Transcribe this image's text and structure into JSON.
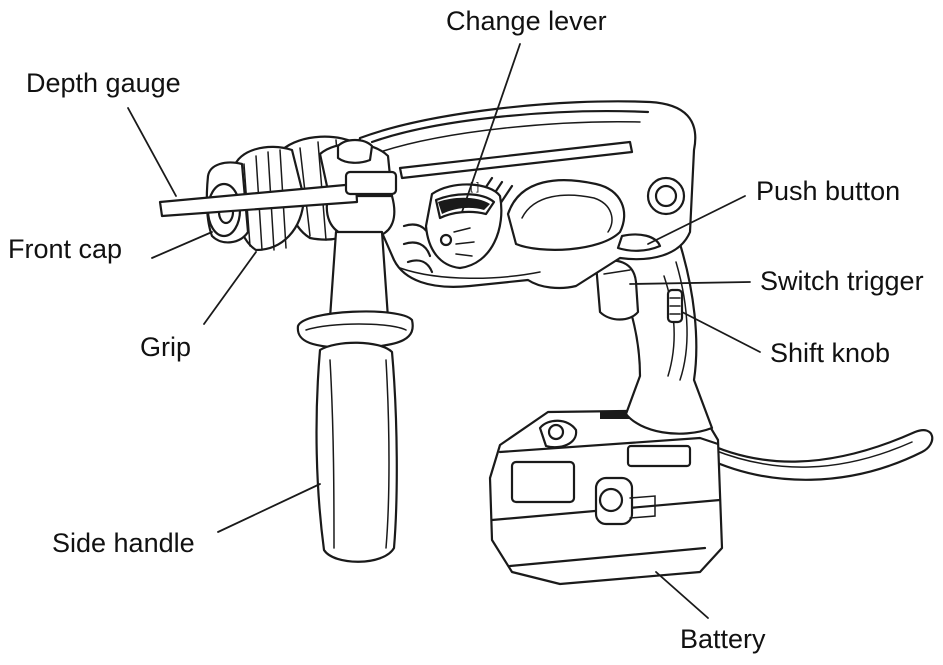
{
  "labels": {
    "change_lever": "Change lever",
    "depth_gauge": "Depth gauge",
    "push_button": "Push button",
    "front_cap": "Front cap",
    "switch_trigger": "Switch trigger",
    "grip": "Grip",
    "shift_knob": "Shift knob",
    "side_handle": "Side handle",
    "battery": "Battery"
  }
}
